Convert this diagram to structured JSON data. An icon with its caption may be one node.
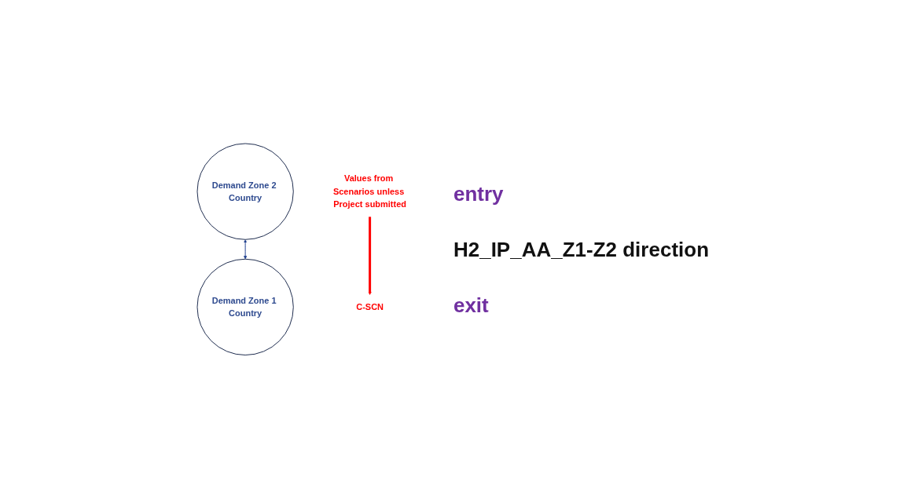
{
  "diagram": {
    "nodes": [
      {
        "text": [
          "Demand Zone 2 Country"
        ]
      },
      {
        "text": [
          "Demand Zone 1 Country"
        ]
      },
      {
        "text": [
          "Values from Scenarios unless Project submitted"
        ]
      },
      {
        "text": [
          "C-SCN"
        ]
      }
    ],
    "edges": [
      {
        "from": 0,
        "to": 1,
        "arrow": "both"
      },
      {
        "from": 2,
        "to": 3,
        "arrow": "to",
        "style": "thick",
        "color": "#ff0000"
      }
    ],
    "labels": [
      "entry",
      "H2_IP_AA_Z1-Z2 direction",
      "exit"
    ]
  }
}
